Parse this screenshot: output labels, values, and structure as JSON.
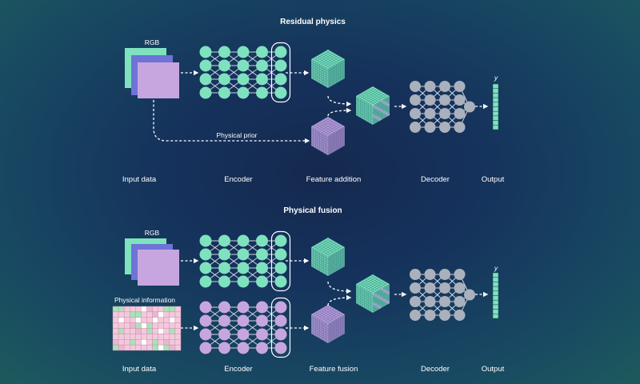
{
  "colors": {
    "background": "#15325c",
    "teal": "#7fe2bf",
    "lavender": "#b7a3e0",
    "purple": "#c7a6df",
    "blue": "#6f73d6",
    "grey": "#aab1bc",
    "pink": "#f3c9dc",
    "green": "#a7e3b6"
  },
  "residual": {
    "title": "Residual physics",
    "rgb": "RGB",
    "prior": "Physical prior",
    "y": "y",
    "labels": {
      "input": "Input data",
      "encoder": "Encoder",
      "feature": "Feature addition",
      "decoder": "Decoder",
      "output": "Output"
    }
  },
  "fusion": {
    "title": "Physical fusion",
    "rgb": "RGB",
    "phys_info": "Physical information",
    "y": "y",
    "labels": {
      "input": "Input data",
      "encoder": "Encoder",
      "feature": "Feature fusion",
      "decoder": "Decoder",
      "output": "Output"
    }
  }
}
